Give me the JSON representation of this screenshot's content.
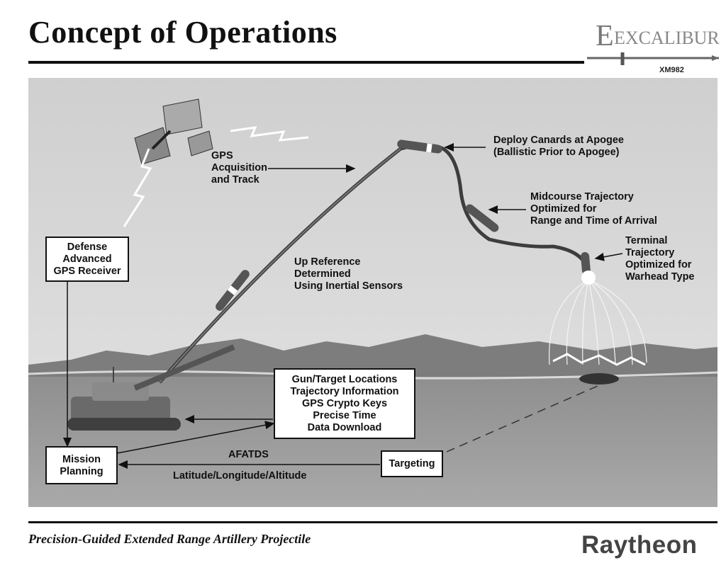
{
  "header": {
    "title": "Concept of Operations",
    "logo_text": "EXCALIBUR",
    "logo_subtext": "XM982"
  },
  "diagram": {
    "gps_label": [
      "GPS",
      "Acquisition",
      "and Track"
    ],
    "deploy_label": [
      "Deploy Canards at Apogee",
      "(Ballistic Prior to Apogee)"
    ],
    "midcourse_label": [
      "Midcourse Trajectory",
      "Optimized for",
      "Range and Time of Arrival"
    ],
    "terminal_label": [
      "Terminal",
      "Trajectory",
      "Optimized for",
      "Warhead Type"
    ],
    "up_reference_label": [
      "Up Reference",
      "Determined",
      "Using Inertial Sensors"
    ],
    "receiver_box": [
      "Defense",
      "Advanced",
      "GPS Receiver"
    ],
    "data_box": [
      "Gun/Target Locations",
      "Trajectory Information",
      "GPS Crypto Keys",
      "Precise Time",
      "Data Download"
    ],
    "mission_box": [
      "Mission",
      "Planning"
    ],
    "targeting_box": "Targeting",
    "afatds_label": "AFATDS",
    "lat_long_label": "Latitude/Longitude/Altitude"
  },
  "footer": {
    "subtitle": "Precision-Guided Extended Range Artillery Projectile",
    "brand": "Raytheon"
  },
  "colors": {
    "panel_bg": "#d9d9d9",
    "ground": "#9a9a9a",
    "trajectory": "#4a4a4a",
    "text": "#111111"
  }
}
